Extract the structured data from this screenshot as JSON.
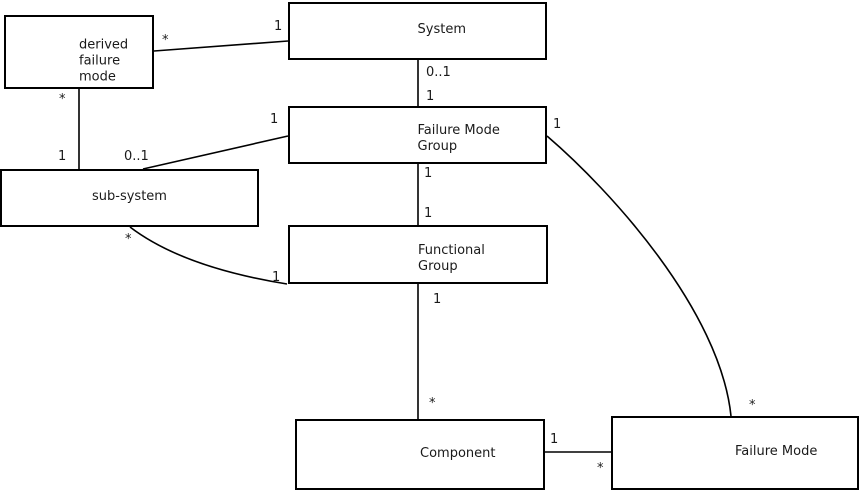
{
  "diagram": {
    "colors": {
      "background": "#ffffff",
      "line": "#000000",
      "text": "#1a1a1a"
    },
    "boxes": {
      "derived_failure_mode": {
        "lines": [
          "derived",
          "failure",
          "mode"
        ]
      },
      "system": {
        "label": "System"
      },
      "failure_mode_group": {
        "lines": [
          "Failure Mode",
          "Group"
        ]
      },
      "sub_system": {
        "label": "sub-system"
      },
      "functional_group": {
        "lines": [
          "Functional",
          "Group"
        ]
      },
      "component": {
        "label": "Component"
      },
      "failure_mode": {
        "label": "Failure Mode"
      }
    },
    "multiplicities": {
      "system_to_derived_failure_mode": {
        "at_system": "1",
        "at_derived_failure_mode": "*"
      },
      "system_to_failure_mode_group": {
        "at_system": "0..1",
        "at_failure_mode_group": "1"
      },
      "derived_failure_mode_to_sub_system": {
        "at_derived_failure_mode": "*",
        "at_sub_system": "1"
      },
      "failure_mode_group_to_sub_system": {
        "at_failure_mode_group": "1",
        "at_sub_system": "0..1"
      },
      "failure_mode_group_to_functional_group": {
        "at_failure_mode_group": "1",
        "at_functional_group": "1"
      },
      "sub_system_to_functional_group": {
        "at_sub_system": "*",
        "at_functional_group": "1"
      },
      "functional_group_to_component": {
        "at_functional_group": "1",
        "at_component": "*"
      },
      "component_to_failure_mode": {
        "at_component": "1",
        "at_failure_mode": "*"
      },
      "failure_mode_group_to_failure_mode": {
        "at_failure_mode_group": "1",
        "at_failure_mode": "*"
      }
    }
  }
}
